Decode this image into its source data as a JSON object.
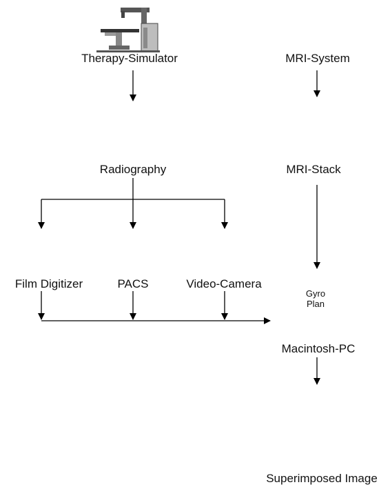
{
  "nodes": {
    "therapy_simulator": "Therapy-Simulator",
    "mri_system": "MRI-System",
    "radiography": "Radiography",
    "mri_stack": "MRI-Stack",
    "film_digitizer": "Film Digitizer",
    "pacs": "PACS",
    "video_camera": "Video-Camera",
    "macintosh_pc": "Macintosh-PC",
    "superimposed_image": "Superimposed Image"
  },
  "screen_text": [
    "Gyro",
    "Plan"
  ],
  "icons": {
    "therapy_simulator": "therapy-simulator-icon",
    "mri_system": "mri-scanner-icon",
    "radiography": "skull-xray-icon",
    "mri_stack": "mri-slice-stack-icon",
    "film_digitizer": "film-digitizer-icon",
    "pacs": "pacs-server-icon",
    "video_camera": "video-camera-icon",
    "macintosh_pc": "desktop-computer-icon",
    "superimposed_image": "superimposed-xray-icon"
  },
  "colors": {
    "line": "#000000",
    "icon_gray": "#bdbdbd",
    "dark": "#2a2a2a"
  }
}
